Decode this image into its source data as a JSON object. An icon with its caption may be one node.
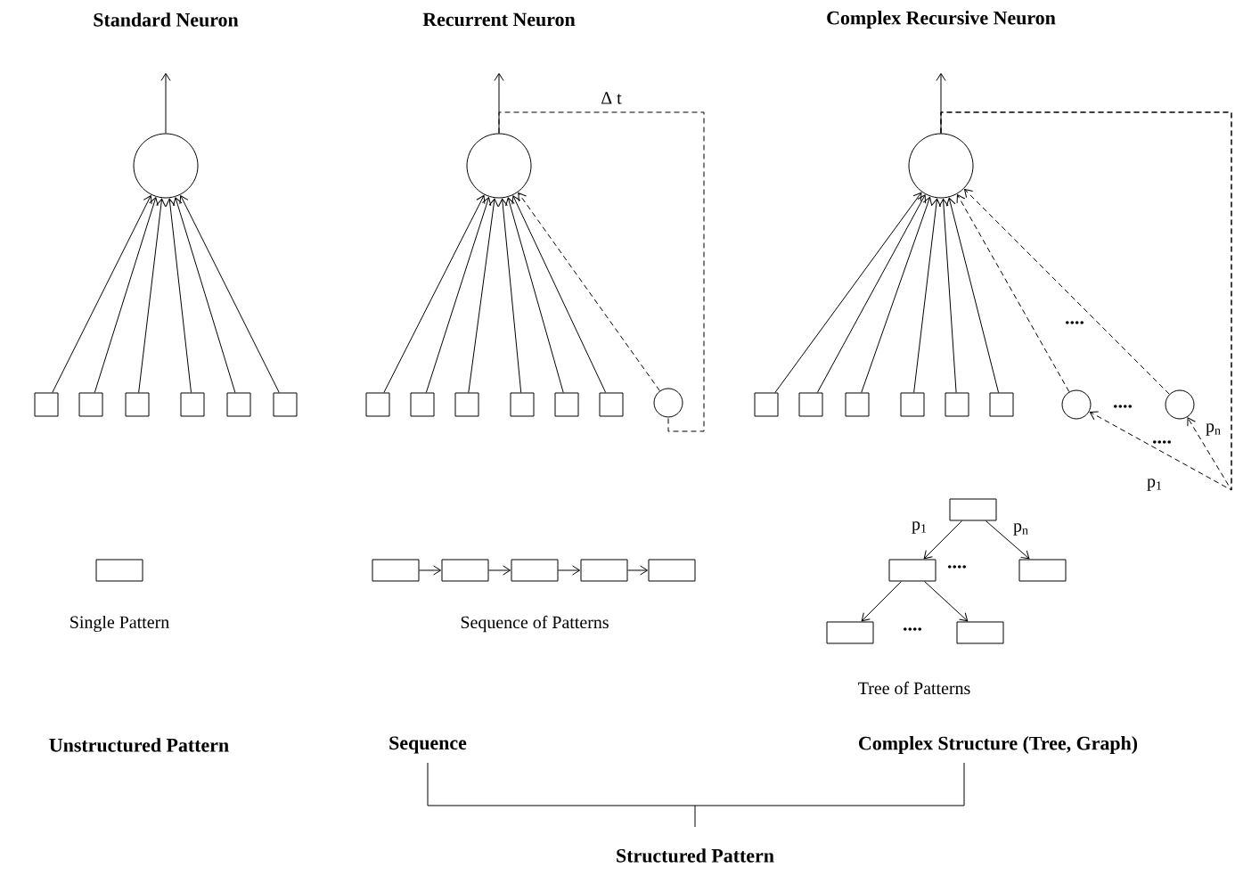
{
  "diagram": {
    "nodes": [
      {
        "text": [],
        "shape": "circle"
      },
      {
        "text": [],
        "shape": "box"
      },
      {
        "text": [],
        "shape": "box"
      },
      {
        "text": [],
        "shape": "box"
      },
      {
        "text": [],
        "shape": "box"
      },
      {
        "text": [],
        "shape": "box"
      },
      {
        "text": [],
        "shape": "box"
      },
      {
        "text": [],
        "shape": "circle"
      },
      {
        "text": [],
        "shape": "box"
      },
      {
        "text": [],
        "shape": "box"
      },
      {
        "text": [],
        "shape": "box"
      },
      {
        "text": [],
        "shape": "box"
      },
      {
        "text": [],
        "shape": "box"
      },
      {
        "text": [],
        "shape": "box"
      },
      {
        "text": [],
        "shape": "circle"
      },
      {
        "text": [],
        "shape": "circle"
      },
      {
        "text": [],
        "shape": "box"
      },
      {
        "text": [],
        "shape": "box"
      },
      {
        "text": [],
        "shape": "box"
      },
      {
        "text": [],
        "shape": "box"
      },
      {
        "text": [],
        "shape": "box"
      },
      {
        "text": [],
        "shape": "box"
      },
      {
        "text": [],
        "shape": "circle"
      },
      {
        "text": [],
        "shape": "circle"
      },
      {
        "text": [],
        "shape": "box"
      },
      {
        "text": [],
        "shape": "box"
      },
      {
        "text": [],
        "shape": "box"
      },
      {
        "text": [],
        "shape": "box"
      },
      {
        "text": [],
        "shape": "box"
      },
      {
        "text": [],
        "shape": "box"
      },
      {
        "text": [],
        "shape": "box"
      },
      {
        "text": [],
        "shape": "box"
      },
      {
        "text": [],
        "shape": "box"
      },
      {
        "text": [],
        "shape": "box"
      },
      {
        "text": [],
        "shape": "box"
      }
    ],
    "edges": [
      {
        "from": 0,
        "to": null,
        "arrow": "to"
      },
      {
        "from": 1,
        "to": 0,
        "arrow": "to"
      },
      {
        "from": 2,
        "to": 0,
        "arrow": "to"
      },
      {
        "from": 3,
        "to": 0,
        "arrow": "to"
      },
      {
        "from": 4,
        "to": 0,
        "arrow": "to"
      },
      {
        "from": 5,
        "to": 0,
        "arrow": "to"
      },
      {
        "from": 6,
        "to": 0,
        "arrow": "to"
      },
      {
        "from": 7,
        "to": null,
        "arrow": "to"
      },
      {
        "from": 8,
        "to": 7,
        "arrow": "to"
      },
      {
        "from": 9,
        "to": 7,
        "arrow": "to"
      },
      {
        "from": 10,
        "to": 7,
        "arrow": "to"
      },
      {
        "from": 11,
        "to": 7,
        "arrow": "to"
      },
      {
        "from": 12,
        "to": 7,
        "arrow": "to"
      },
      {
        "from": 13,
        "to": 7,
        "arrow": "to"
      },
      {
        "from": 14,
        "to": 7,
        "arrow": "to",
        "style": "dashed"
      },
      {
        "from": 7,
        "to": 14,
        "arrow": "none",
        "style": "dashed",
        "label": "Δ t"
      },
      {
        "from": 15,
        "to": null,
        "arrow": "to"
      },
      {
        "from": 16,
        "to": 15,
        "arrow": "to"
      },
      {
        "from": 17,
        "to": 15,
        "arrow": "to"
      },
      {
        "from": 18,
        "to": 15,
        "arrow": "to"
      },
      {
        "from": 19,
        "to": 15,
        "arrow": "to"
      },
      {
        "from": 20,
        "to": 15,
        "arrow": "to"
      },
      {
        "from": 21,
        "to": 15,
        "arrow": "to"
      },
      {
        "from": 22,
        "to": 15,
        "arrow": "to",
        "style": "dashed"
      },
      {
        "from": 23,
        "to": 15,
        "arrow": "to",
        "style": "dashed"
      },
      {
        "from": 15,
        "to": 22,
        "arrow": "to",
        "style": "dashed",
        "label": "p$_{1}$"
      },
      {
        "from": 15,
        "to": 23,
        "arrow": "to",
        "style": "dashed",
        "label": "p$_{n}$"
      },
      {
        "from": 25,
        "to": 26,
        "arrow": "to"
      },
      {
        "from": 26,
        "to": 27,
        "arrow": "to"
      },
      {
        "from": 27,
        "to": 28,
        "arrow": "to"
      },
      {
        "from": 28,
        "to": 29,
        "arrow": "to"
      },
      {
        "from": 30,
        "to": 31,
        "arrow": "to",
        "label": "p$_{1}$"
      },
      {
        "from": 30,
        "to": 32,
        "arrow": "to",
        "label": "p$_{n}$"
      },
      {
        "from": 31,
        "to": 33,
        "arrow": "to"
      },
      {
        "from": 31,
        "to": 34,
        "arrow": "to"
      }
    ],
    "labels": [
      "Standard Neuron",
      "Recurrent Neuron",
      "Complex Recursive Neuron",
      "....",
      "....",
      "....",
      "Single Pattern",
      "Sequence of Patterns",
      "....",
      "....",
      "Tree of Patterns",
      "Unstructured Pattern",
      "Sequence",
      "Complex Structure (Tree, Graph)",
      "Structured Pattern"
    ]
  }
}
